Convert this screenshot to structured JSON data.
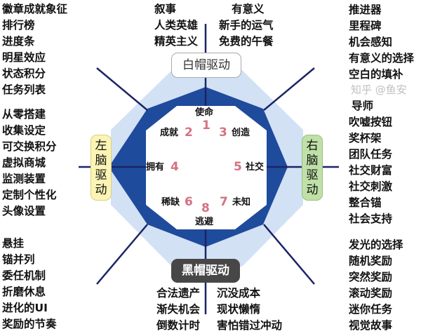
{
  "top_left_list": [
    "徽章成就象征",
    "排行榜",
    "进度条",
    "明星效应",
    "状态积分",
    "任务列表"
  ],
  "mid_left_list": [
    "从零搭建",
    "收集设定",
    "可交换积分",
    "虚拟商城",
    "监测装置",
    "定制个性化",
    "头像设置"
  ],
  "bottom_left_list": [
    "悬挂",
    "锚并列",
    "委任机制",
    "折磨休息",
    "进化的UI",
    "奖励的节奏"
  ],
  "top_right_list": [
    "推进器",
    "里程碑",
    "机会感知",
    "有意义的选择",
    "空白的填补"
  ],
  "mid_right_list": [
    "导师",
    "吹嘘按钮",
    "奖杯架",
    "团队任务",
    "社交财富",
    "社交刺激",
    "整合锚",
    "社会支持"
  ],
  "bottom_right_list": [
    "发光的选择",
    "随机奖励",
    "突然奖励",
    "滚动奖励",
    "迷你任务",
    "视觉故事"
  ],
  "top_center_left": [
    "叙事",
    "人类英雄",
    "精英主义"
  ],
  "top_center_right": [
    "有意义",
    "新手的运气",
    "免费的午餐"
  ],
  "bottom_center_left": [
    "合法遗产",
    "渐失机会",
    "倒数计时"
  ],
  "bottom_center_right": [
    "沉没成本",
    "现状懒惰",
    "害怕错过冲动"
  ],
  "drives": {
    "white_hat": "白帽驱动",
    "black_hat": "黑帽驱动",
    "left_brain": "左脑驱动",
    "right_brain": "右脑驱动"
  },
  "core": [
    {
      "num": "1",
      "label": "使命"
    },
    {
      "num": "2",
      "label": "成就"
    },
    {
      "num": "3",
      "label": "创造"
    },
    {
      "num": "4",
      "label": "拥有"
    },
    {
      "num": "5",
      "label": "社交"
    },
    {
      "num": "6",
      "label": "稀缺"
    },
    {
      "num": "7",
      "label": "未知"
    },
    {
      "num": "8",
      "label": "逃避"
    }
  ],
  "watermark": "知乎 @鱼安",
  "colors": {
    "dark_blue": "#1f4b9c",
    "light_blue": "#d3e1f5",
    "line": "#1b2466",
    "number": "#d47282",
    "left_brain": "#fbf4b4",
    "right_brain": "#bfe0a6",
    "black_hat": "#474747"
  }
}
